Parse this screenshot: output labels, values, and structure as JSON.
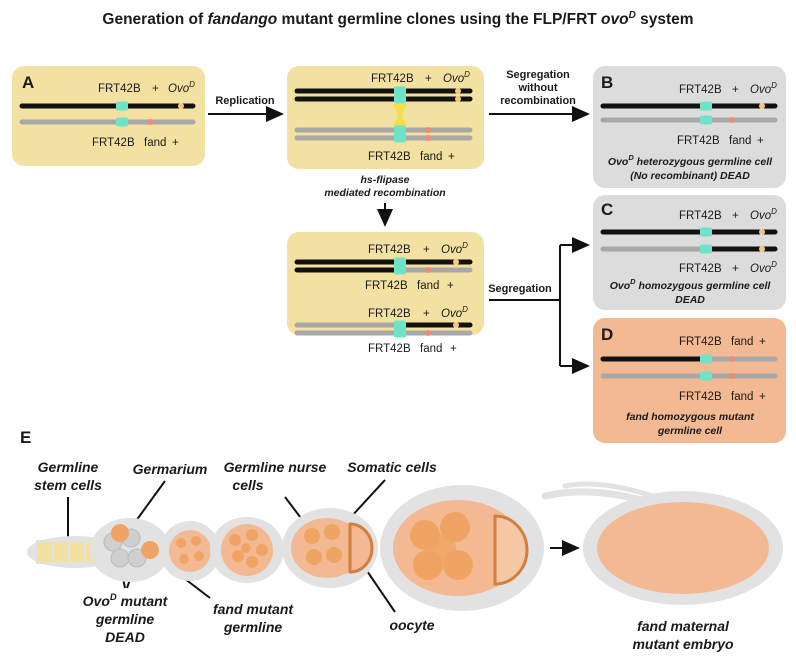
{
  "title": {
    "prefix": "Generation of ",
    "gene": "fandango",
    "middle": " mutant germline clones using the FLP/FRT ",
    "ovo": "ovo",
    "sup": "D",
    "suffix": " system"
  },
  "labels": {
    "frt": "FRT42B",
    "plus": "+",
    "ovo": "Ovo",
    "ovo_sup": "D",
    "fand": "fand"
  },
  "panels": {
    "A": "A",
    "B": "B",
    "C": "C",
    "D": "D",
    "E": "E"
  },
  "arrows": {
    "replication": "Replication",
    "seg_no_recomb_1": "Segregation",
    "seg_no_recomb_2": "without",
    "seg_no_recomb_3": "recombination",
    "flipase_1": "hs-flipase",
    "flipase_2": "mediated recombination",
    "segregation": "Segregation"
  },
  "captions": {
    "B_line1_sup": "D",
    "B_line1_ovo": "Ovo",
    "B_line1_rest": " heterozygous germline cell",
    "B_line2": "(No recombinant) DEAD",
    "C_line1_ovo": "Ovo",
    "C_line1_sup": "D",
    "C_line1_rest": " homozygous germline cell",
    "C_line2": "DEAD",
    "D_line1": "fand homozygous mutant",
    "D_line2": "germline cell"
  },
  "panelE": {
    "germline_stem_1": "Germline",
    "germline_stem_2": "stem cells",
    "germarium": "Germarium",
    "nurse_1": "Germline nurse",
    "nurse_2": "cells",
    "somatic": "Somatic cells",
    "ovo_dead_ovo": "Ovo",
    "ovo_dead_sup": "D",
    "ovo_dead_1": " mutant",
    "ovo_dead_2": "germline",
    "ovo_dead_3": "DEAD",
    "fand_germ_1": "fand mutant",
    "fand_germ_2": "germline",
    "oocyte": "oocyte",
    "embryo_1": "fand maternal",
    "embryo_2": "mutant embryo"
  },
  "colors": {
    "yellow_panel": "#f3e1a1",
    "gray_panel": "#dcdcdc",
    "orange_panel": "#f3b992",
    "frt_cyan": "#6ee3c8",
    "ovo_dot": "#f5c77d",
    "fand_dot": "#f08a7c",
    "cell_orange": "#f0a464"
  }
}
